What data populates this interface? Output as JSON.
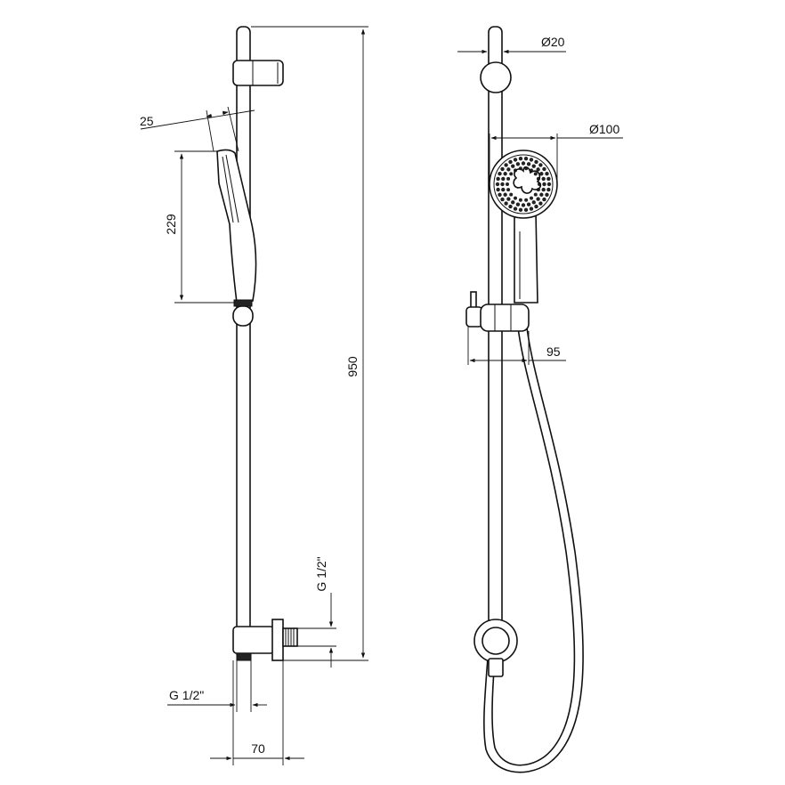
{
  "dimensions": {
    "rail_diameter": "Ø20",
    "head_diameter": "Ø100",
    "total_height": "950",
    "handshower_length": "229",
    "handshower_angle": "25",
    "holder_offset": "95",
    "connector_thread_side": "G 1/2\"",
    "connector_thread_bottom": "G 1/2\"",
    "wall_offset": "70"
  },
  "colors": {
    "line": "#111111",
    "background": "#ffffff"
  }
}
